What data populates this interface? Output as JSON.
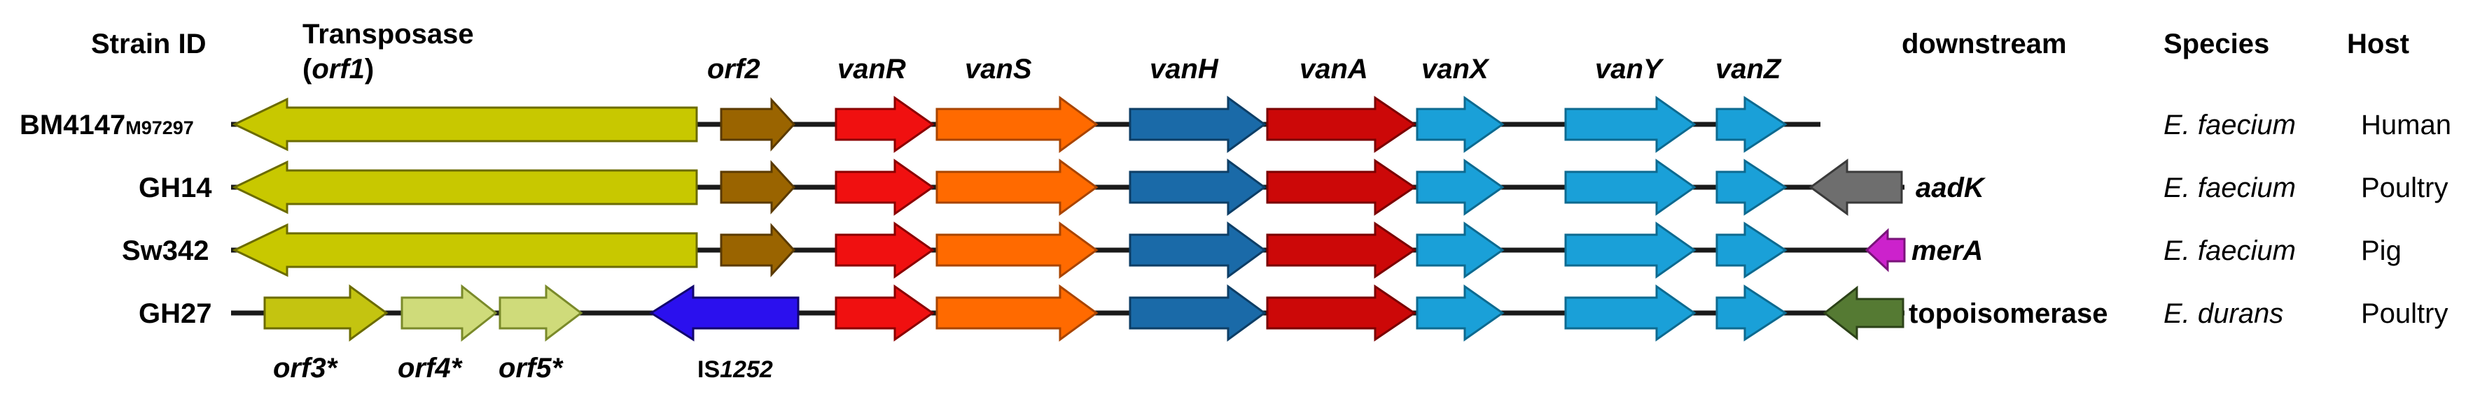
{
  "headers": {
    "strain_id": "Strain ID",
    "transposase_line1": "Transposase",
    "transposase_line2_open": "(",
    "transposase_line2_gene": "orf1",
    "transposase_line2_close": ")",
    "downstream": "downstream",
    "species": "Species",
    "host": "Host"
  },
  "gene_labels": {
    "orf2": "orf2",
    "vanR": "vanR",
    "vanS": "vanS",
    "vanH": "vanH",
    "vanA": "vanA",
    "vanX": "vanX",
    "vanY": "vanY",
    "vanZ": "vanZ"
  },
  "colors": {
    "transposase": "#c8c800",
    "orf2": "#9a6400",
    "vanR": "#f01010",
    "vanS": "#ff6a00",
    "vanH": "#1a6aa8",
    "vanA": "#cc0808",
    "vanX": "#1aa0d8",
    "vanY": "#1aa0d8",
    "vanZ": "#1aa0d8",
    "aadK": "#6e6e6e",
    "merA": "#cc22cc",
    "topoisomerase": "#557a33",
    "orf3": "#c4c410",
    "orf4": "#cfdb7a",
    "orf5": "#cfdb7a",
    "IS1252": "#2b10ee"
  },
  "strains": [
    {
      "id_main": "BM4147",
      "id_sub": "M97297",
      "downstream": "",
      "species": "E. faecium",
      "host": "Human"
    },
    {
      "id_main": "GH14",
      "id_sub": "",
      "downstream": "aadK",
      "species": "E. faecium",
      "host": "Poultry"
    },
    {
      "id_main": "Sw342",
      "id_sub": "",
      "downstream": "merA",
      "species": "E. faecium",
      "host": "Pig"
    },
    {
      "id_main": "GH27",
      "id_sub": "",
      "downstream": "topoisomerase",
      "species": "E. durans",
      "host": "Poultry"
    }
  ],
  "gh27_labels": {
    "orf3": "orf3*",
    "orf4": "orf4*",
    "orf5": "orf5*",
    "is_prefix": "IS",
    "is_number": "1252"
  }
}
